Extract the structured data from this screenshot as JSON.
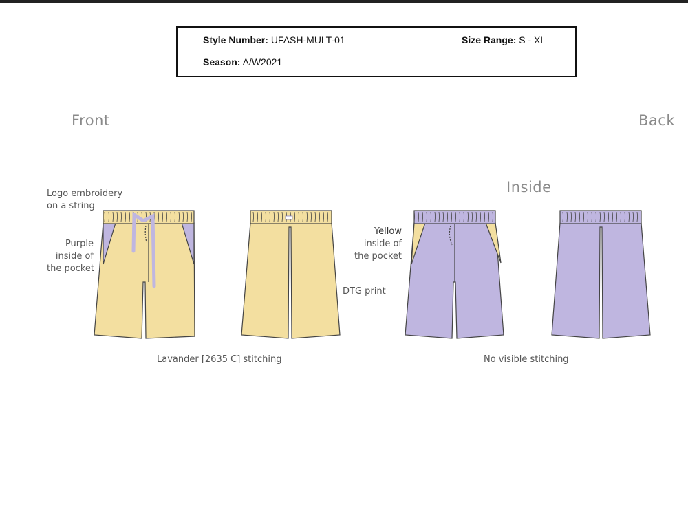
{
  "header": {
    "style_number_label": "Style Number:",
    "style_number_value": "UFASH-MULT-01",
    "size_range_label": "Size Range:",
    "size_range_value": "S - XL",
    "season_label": "Season:",
    "season_value": "A/W2021"
  },
  "views": {
    "front": "Front",
    "back": "Back",
    "inside": "Inside"
  },
  "annotations": {
    "logo_line1": "Logo embroidery",
    "logo_line2": "on a string",
    "purple_line1": "Purple",
    "purple_line2": "inside of",
    "purple_line3": "the pocket",
    "yellow_line1": "Yellow",
    "yellow_line2": "inside of",
    "yellow_line3": "the pocket",
    "dtg_print": "DTG print",
    "lavender_stitching": "Lavander [2635 C] stitching",
    "no_stitching": "No visible stitching"
  },
  "colors": {
    "yellow": "#f3dfa0",
    "lavender": "#bfb6e0",
    "outline": "#444444"
  }
}
